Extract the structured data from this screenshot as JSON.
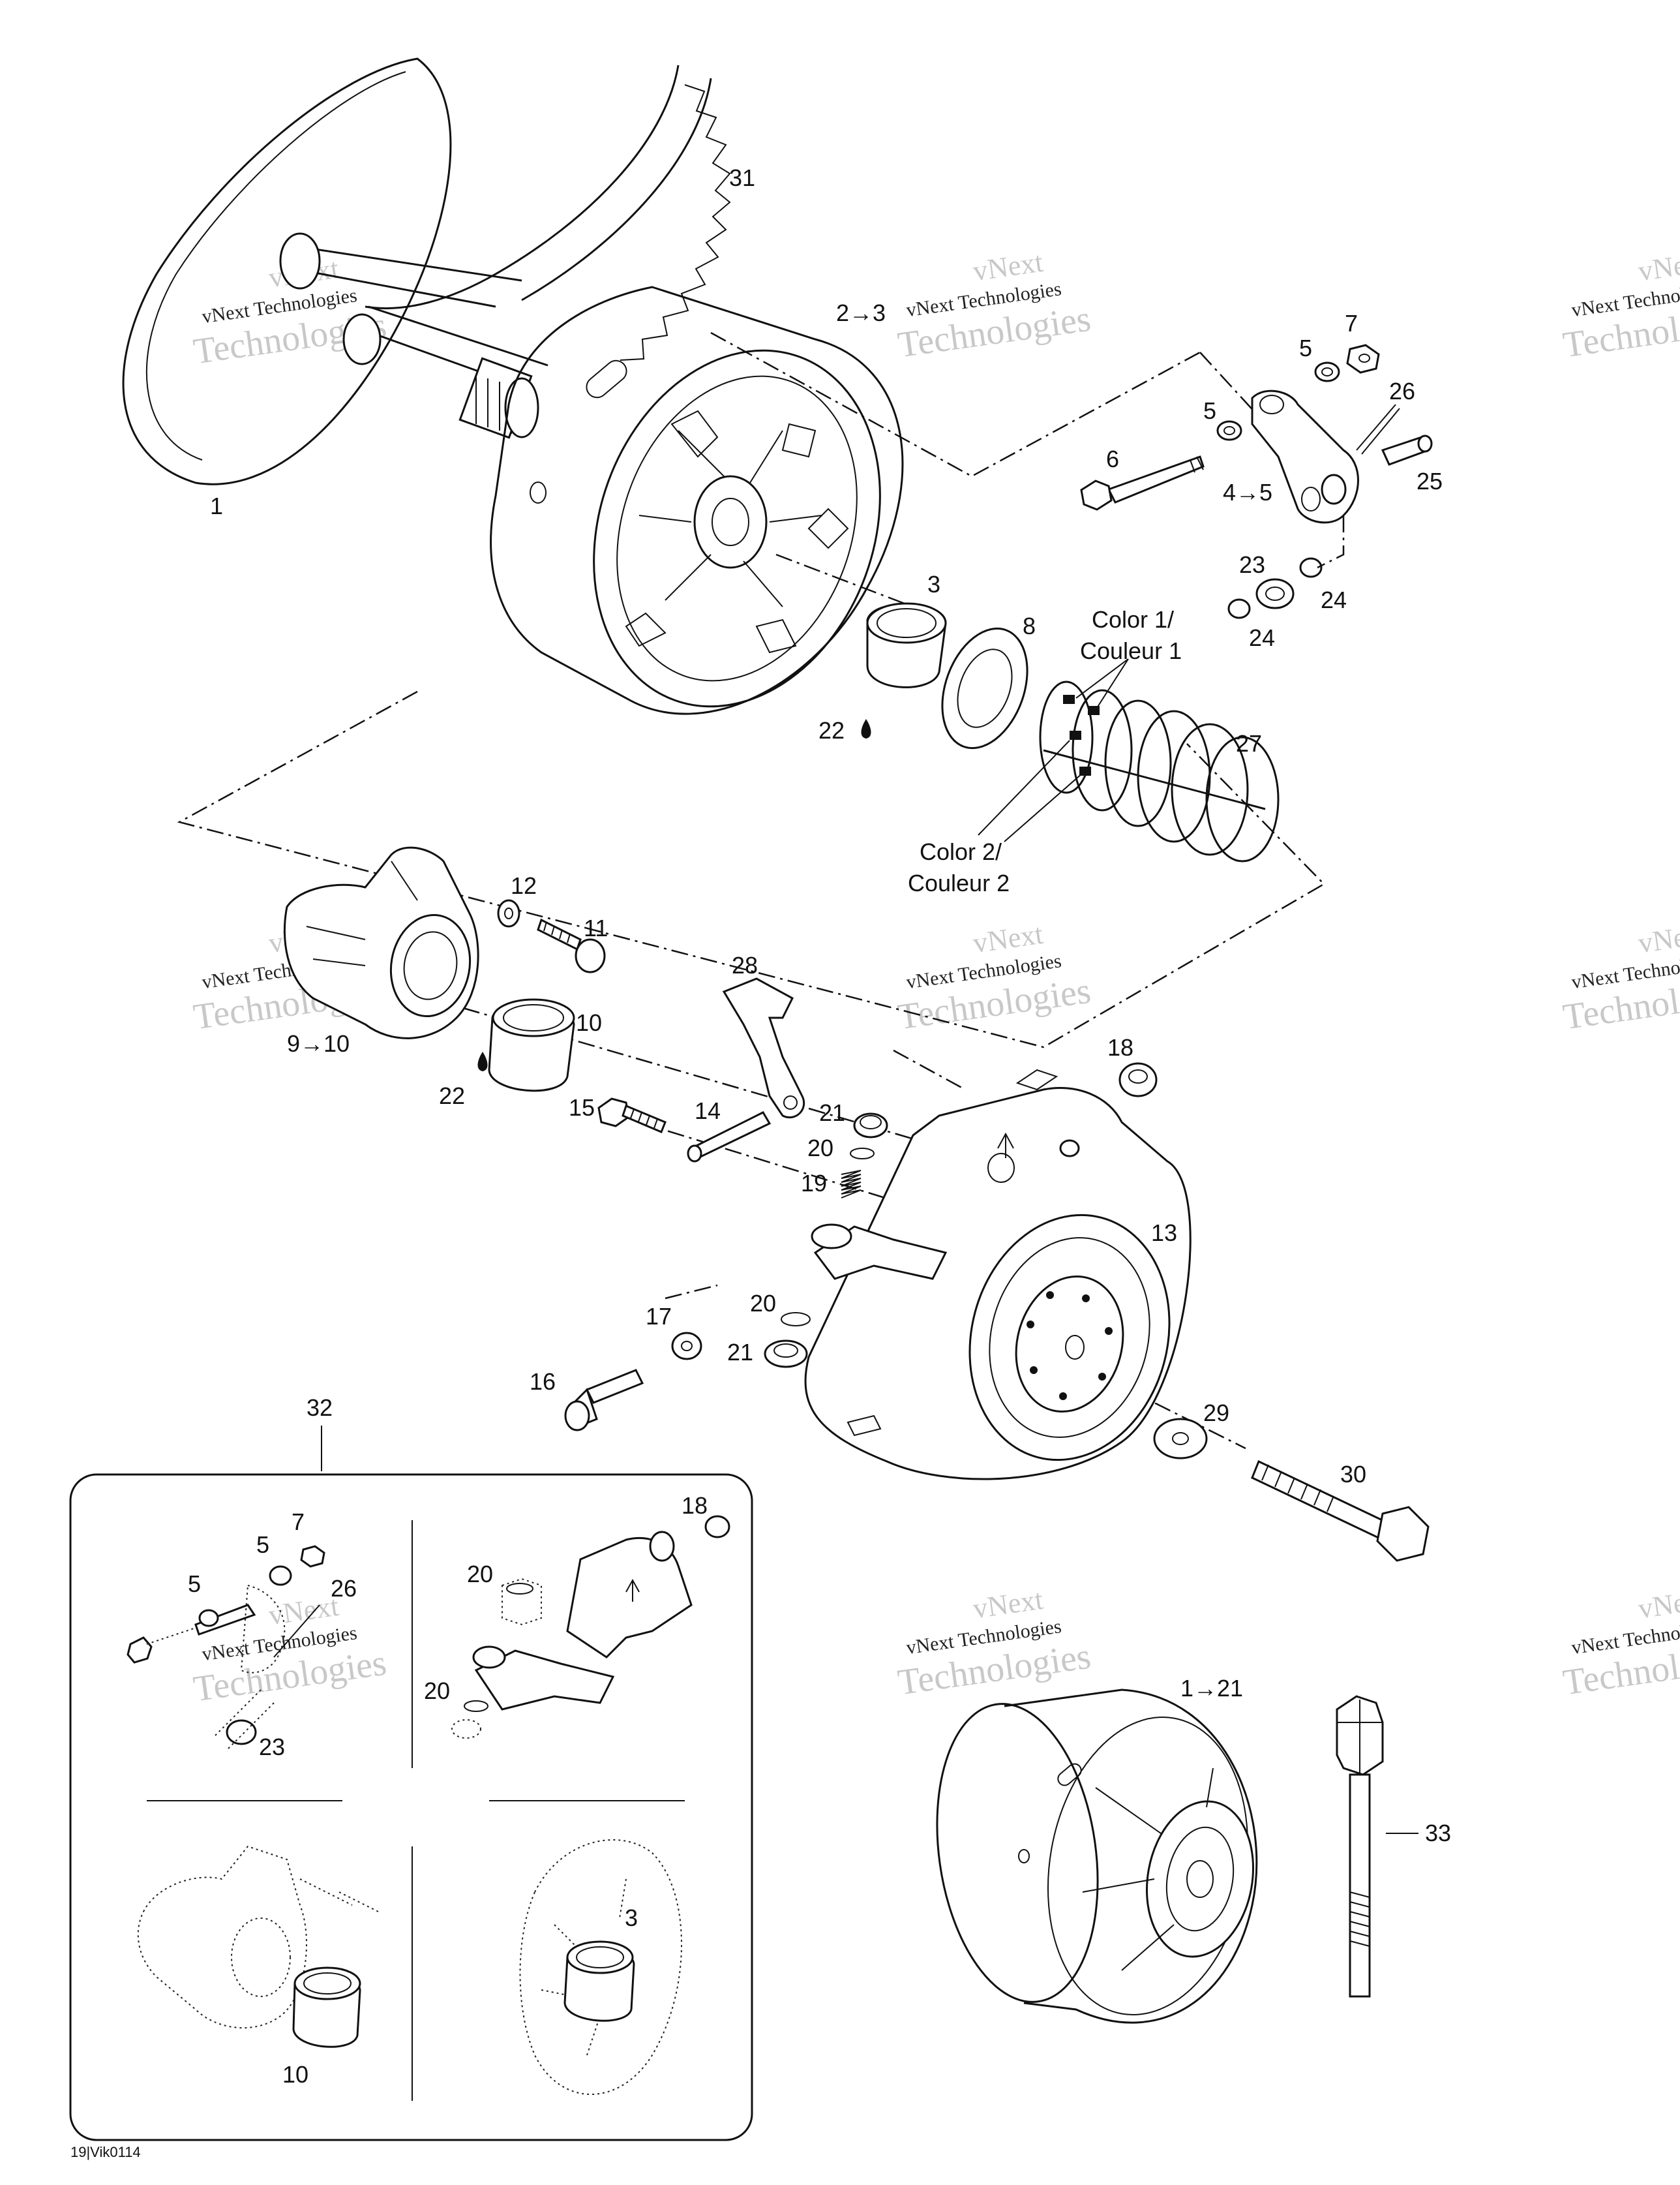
{
  "figure_code": "19|Vik0114",
  "watermark": {
    "line1": "vNext",
    "line2": "vNext Technologies",
    "line3": "Technologies"
  },
  "labels": {
    "p1": "1",
    "p2_3": "2→3",
    "p3": "3",
    "p4_5": "4→5",
    "p5a": "5",
    "p5b": "5",
    "p6": "6",
    "p7": "7",
    "p8": "8",
    "p9_10": "9→10",
    "p10": "10",
    "p11": "11",
    "p12": "12",
    "p13": "13",
    "p14": "14",
    "p15": "15",
    "p16": "16",
    "p17": "17",
    "p18": "18",
    "p19": "19",
    "p20a": "20",
    "p20b": "20",
    "p21a": "21",
    "p21b": "21",
    "p22a": "22",
    "p22b": "22",
    "p23": "23",
    "p24a": "24",
    "p24b": "24",
    "p25": "25",
    "p26": "26",
    "p27": "27",
    "p28": "28",
    "p29": "29",
    "p30": "30",
    "p31": "31",
    "p32": "32",
    "p33": "33",
    "p1_21": "1→21"
  },
  "color_notes": {
    "c1_line1": "Color 1/",
    "c1_line2": "Couleur 1",
    "c2_line1": "Color 2/",
    "c2_line2": "Couleur 2"
  },
  "inset_labels": {
    "i7": "7",
    "i5a": "5",
    "i5b": "5",
    "i26": "26",
    "i23": "23",
    "i18": "18",
    "i20a": "20",
    "i20b": "20",
    "i3": "3",
    "i10": "10"
  }
}
